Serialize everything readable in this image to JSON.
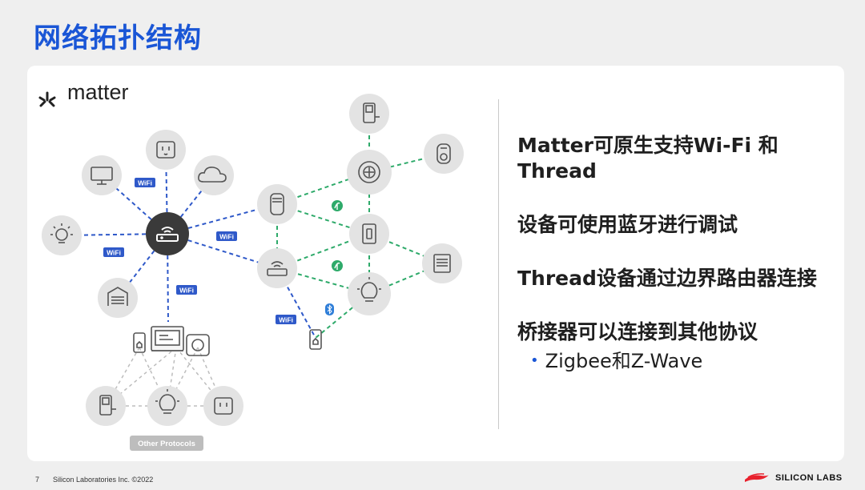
{
  "slide": {
    "title": "网络拓扑结构",
    "page_number": "7",
    "copyright": "Silicon Laboratories Inc. ©2022",
    "company_logo": "SILICON LABS"
  },
  "diagram": {
    "brand": "matter",
    "wifi_badge": "WiFi",
    "other_protocols_label": "Other Protocols",
    "colors": {
      "wifi_link": "#2f59c9",
      "thread_link": "#2eaa6a",
      "other_link": "#bdbdbd",
      "node_bg": "#e3e3e3",
      "hub_bg": "#3a3a3a",
      "wifi_badge": "#2f59c9",
      "thread_badge": "#2eaa6a",
      "bluetooth_badge": "#2f7ed8"
    }
  },
  "bullets": [
    "Matter可原生支持Wi-Fi 和 Thread",
    "设备可使用蓝牙进行调试",
    "Thread设备通过边界路由器连接",
    "桥接器可以连接到其他协议"
  ],
  "sub_bullets": [
    "Zigbee和Z-Wave"
  ],
  "colors": {
    "title": "#1a56d6",
    "card_bg": "#ffffff",
    "page_bg": "#efefef"
  }
}
